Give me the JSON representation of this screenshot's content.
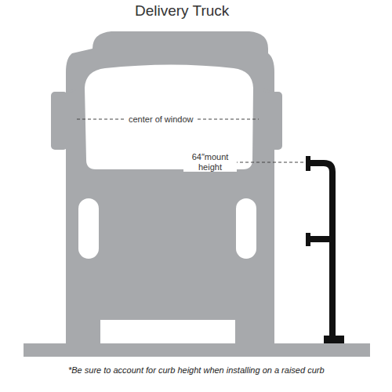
{
  "diagram": {
    "title": "Delivery Truck",
    "caption": "*Be sure to account for curb height when installing on a raised curb",
    "labels": [
      "center of window",
      "64″mount height"
    ]
  }
}
